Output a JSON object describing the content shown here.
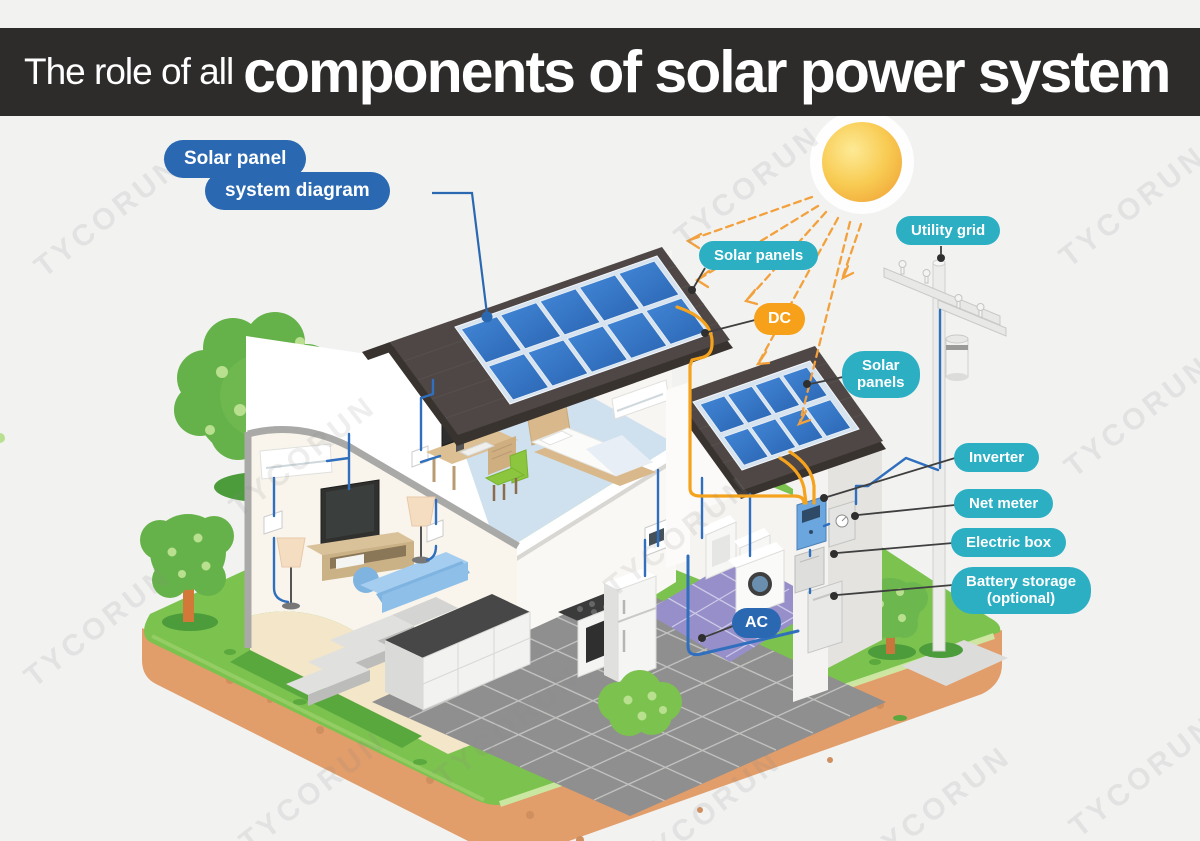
{
  "header": {
    "prefix": "The role of all",
    "emphasis": "components of solar power system"
  },
  "watermark": {
    "text": "TYCORUN"
  },
  "labels": {
    "diagram_title": {
      "line1": "Solar panel",
      "line2": "system diagram"
    },
    "solar_panels_top": "Solar panels",
    "dc": "DC",
    "solar_panels_right": {
      "line1": "Solar",
      "line2": "panels"
    },
    "utility_grid": "Utility grid",
    "inverter": "Inverter",
    "net_meter": "Net meter",
    "electric_box": "Electric box",
    "battery_storage": {
      "line1": "Battery storage",
      "line2": "(optional)"
    },
    "ac": "AC"
  },
  "colors": {
    "header_bg": "#2d2c2b",
    "teal_label": "#2cafc3",
    "blue_label": "#2a68b2",
    "orange_label": "#f7a11b",
    "panel_blue": "#3277c9",
    "roof_dark": "#4e4745",
    "grass_green": "#7cc24e",
    "dirt_tan": "#e19d6a",
    "wire_blue": "#2f6fbe",
    "wire_dc_orange": "#f5a21d",
    "sun_orange": "#f6b93d",
    "background": "#f2f2f1"
  }
}
